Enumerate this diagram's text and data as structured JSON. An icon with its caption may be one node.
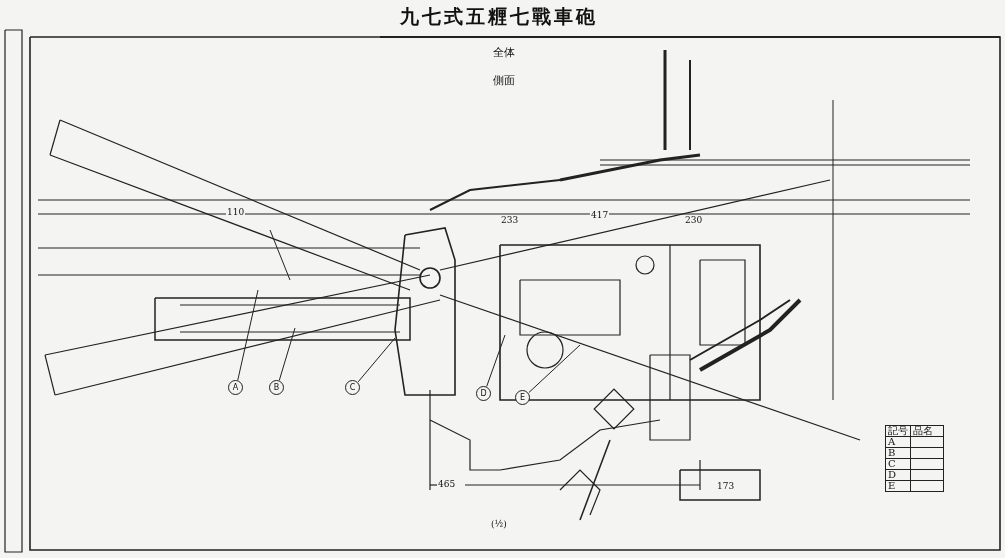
{
  "diagram": {
    "title": "九七式五糎七戰車砲",
    "nodes": [
      {
        "text": [
          "A"
        ]
      },
      {
        "text": [
          "B"
        ]
      },
      {
        "text": [
          "C"
        ]
      },
      {
        "text": [
          "D"
        ]
      },
      {
        "text": [
          "E"
        ]
      }
    ],
    "edges": [
      {
        "from": 0,
        "to": null,
        "arrow": "none"
      },
      {
        "from": 1,
        "to": null,
        "arrow": "none"
      },
      {
        "from": 2,
        "to": null,
        "arrow": "none"
      },
      {
        "from": 3,
        "to": null,
        "arrow": "none"
      },
      {
        "from": 4,
        "to": null,
        "arrow": "none"
      }
    ],
    "labels": [
      "全体",
      "側面",
      "110",
      "233",
      "417",
      "230",
      "465",
      "173",
      "(½)",
      "記号",
      "品名",
      "A",
      "B",
      "C",
      "D",
      "E"
    ]
  }
}
